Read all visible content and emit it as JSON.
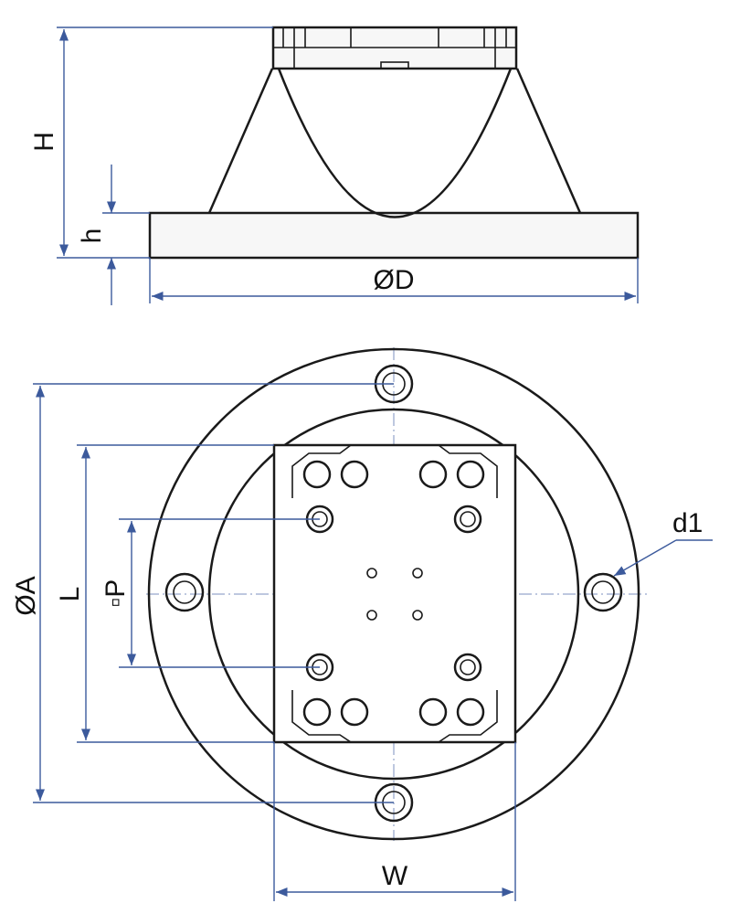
{
  "colors": {
    "outline": "#1a1a1a",
    "dimension": "#3c5a9c",
    "centerline": "#7d92bf",
    "background": "#ffffff"
  },
  "labels": {
    "H": "H",
    "h": "h",
    "D": "ØD",
    "A": "ØA",
    "L": "L",
    "P": "▫P",
    "d1": "d1",
    "W": "W"
  }
}
